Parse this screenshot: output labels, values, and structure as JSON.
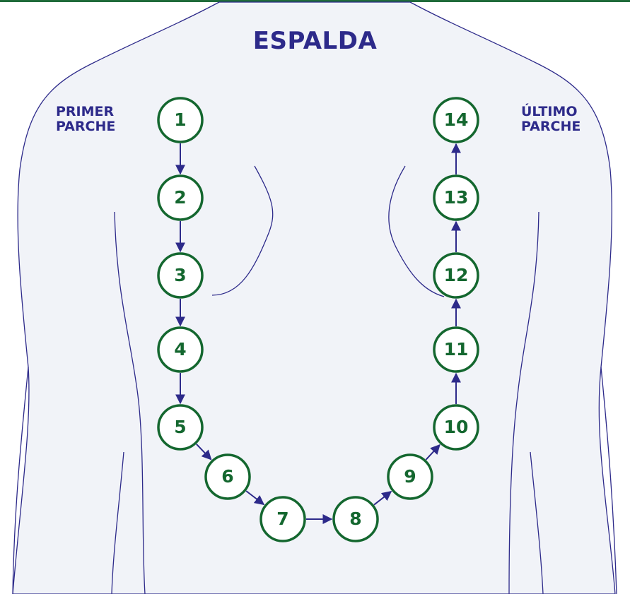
{
  "colors": {
    "navy": "#2d2a8a",
    "green": "#14672f",
    "body_fill": "#f1f3f8",
    "outline": "#2d2a8a",
    "top_rule": "#1f6b3a"
  },
  "title": "ESPALDA",
  "first_label": {
    "line1": "PRIMER",
    "line2": "PARCHE"
  },
  "last_label": {
    "line1": "ÚLTIMO",
    "line2": "PARCHE"
  },
  "patches": [
    "1",
    "2",
    "3",
    "4",
    "5",
    "6",
    "7",
    "8",
    "9",
    "10",
    "11",
    "12",
    "13",
    "14"
  ]
}
